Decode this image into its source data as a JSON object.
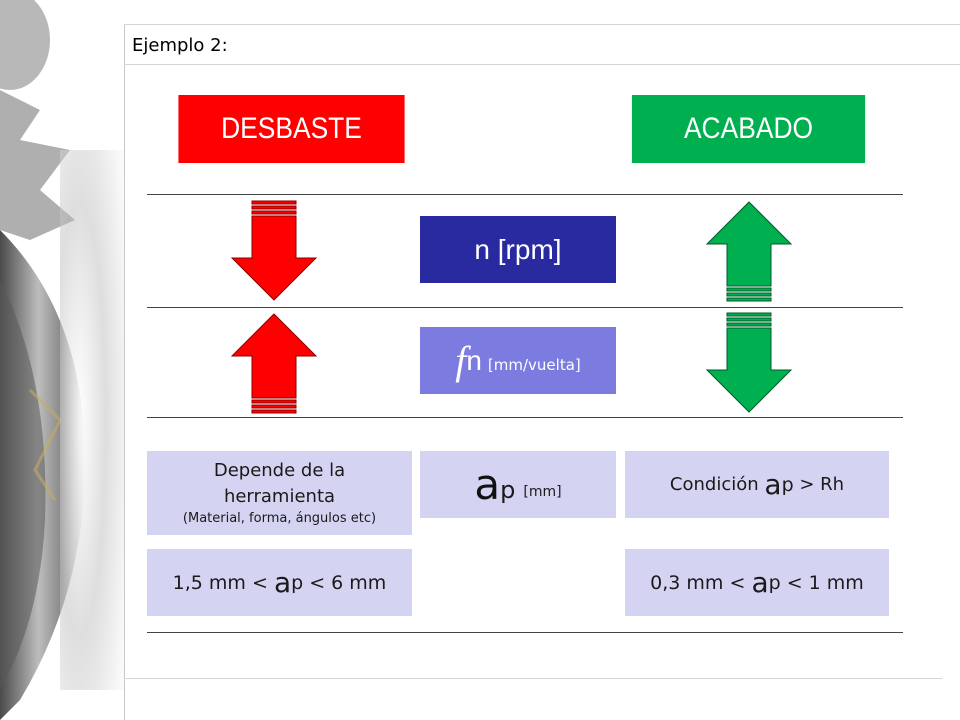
{
  "slide": {
    "title": "Ejemplo 2:"
  },
  "headers": {
    "desbaste": "DESBASTE",
    "acabado": "ACABADO"
  },
  "parameters": {
    "speed": {
      "label": "n [rpm]"
    },
    "feed": {
      "symbol": "f",
      "subscript": "n",
      "unit": "[mm/vuelta]"
    },
    "depth": {
      "symbol": "a",
      "subscript": "p",
      "unit": "[mm]"
    }
  },
  "desbaste": {
    "speed_trend": "decrease",
    "feed_trend": "increase",
    "depth_note": "Depende de la herramienta",
    "depth_detail": "(Material, forma, ángulos etc)",
    "range_prefix": "1,5 mm < ",
    "range_symbol": "a",
    "range_sub": "p",
    "range_suffix": " < 6 mm"
  },
  "acabado": {
    "speed_trend": "increase",
    "feed_trend": "decrease",
    "condition_prefix": "Condición ",
    "condition_symbol": "a",
    "condition_sub": "p",
    "condition_suffix": " > Rh",
    "range_prefix": "0,3 mm < ",
    "range_symbol": "a",
    "range_sub": "p",
    "range_suffix": " < 1 mm"
  },
  "colors": {
    "desbaste": "#ff0000",
    "acabado": "#00b050",
    "speed_box": "#2a2aa0",
    "feed_box": "#7b7be0",
    "info_box": "#d4d4f2",
    "arrow_red": "#ff0000",
    "arrow_green": "#00b050"
  },
  "icons": {
    "down_red": "arrow-down-icon",
    "up_red": "arrow-up-icon",
    "up_green": "arrow-up-icon",
    "down_green": "arrow-down-icon"
  }
}
